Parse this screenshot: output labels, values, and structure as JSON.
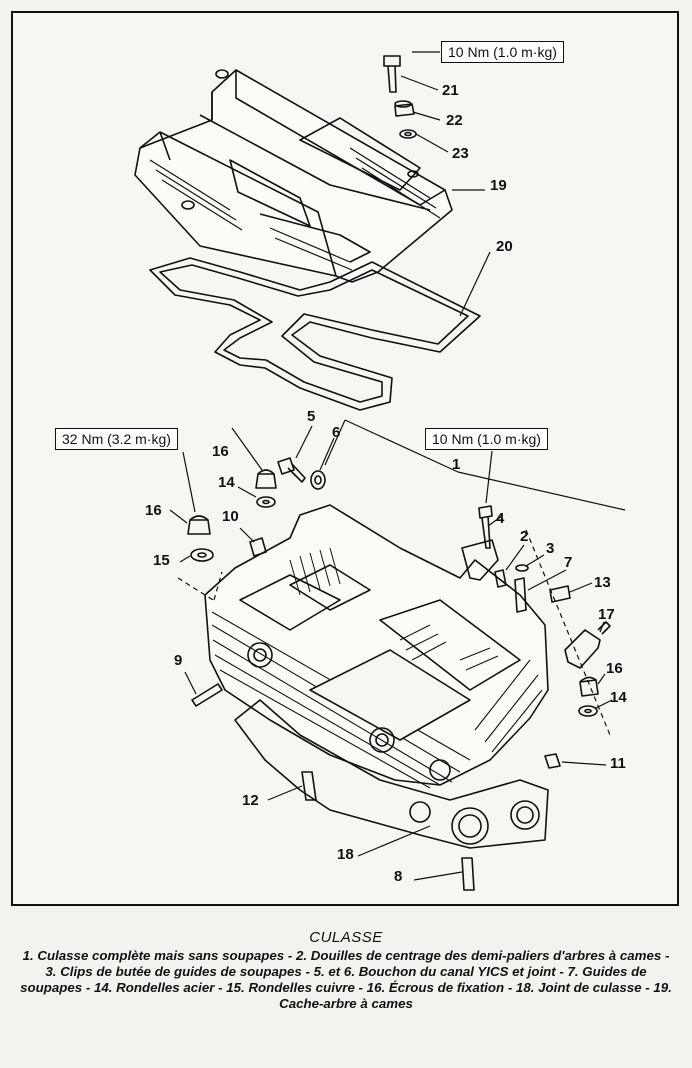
{
  "torque_labels": {
    "cover_bolt": "10 Nm (1.0 m·kg)",
    "head_nut": "32 Nm (3.2 m·kg)",
    "cam_cap_bolt": "10 Nm (1.0 m·kg)"
  },
  "part_numbers": [
    "1",
    "2",
    "3",
    "4",
    "5",
    "6",
    "7",
    "8",
    "9",
    "10",
    "11",
    "12",
    "13",
    "14",
    "14",
    "15",
    "16",
    "16",
    "16",
    "17",
    "18",
    "19",
    "20",
    "21",
    "22",
    "23"
  ],
  "labels": {
    "n21": "21",
    "n22": "22",
    "n23": "23",
    "n19": "19",
    "n20": "20",
    "n5": "5",
    "n6": "6",
    "n1": "1",
    "n16a": "16",
    "n14a": "14",
    "n16b": "16",
    "n10": "10",
    "n15": "15",
    "n4": "4",
    "n2": "2",
    "n3": "3",
    "n7": "7",
    "n13": "13",
    "n17": "17",
    "n16c": "16",
    "n14b": "14",
    "n9": "9",
    "n11": "11",
    "n12": "12",
    "n18": "18",
    "n8": "8"
  },
  "caption": {
    "title": "CULASSE",
    "body": "1. Culasse complète mais sans soupapes - 2. Douilles de centrage des demi-paliers d'arbres à cames - 3. Clips de butée de guides de soupapes - 5. et 6. Bouchon du canal YICS et joint - 7. Guides de soupapes - 14. Rondelles acier - 15. Rondelles cuivre - 16. Écrous de fixation - 18. Joint de culasse - 19. Cache-arbre à cames"
  }
}
